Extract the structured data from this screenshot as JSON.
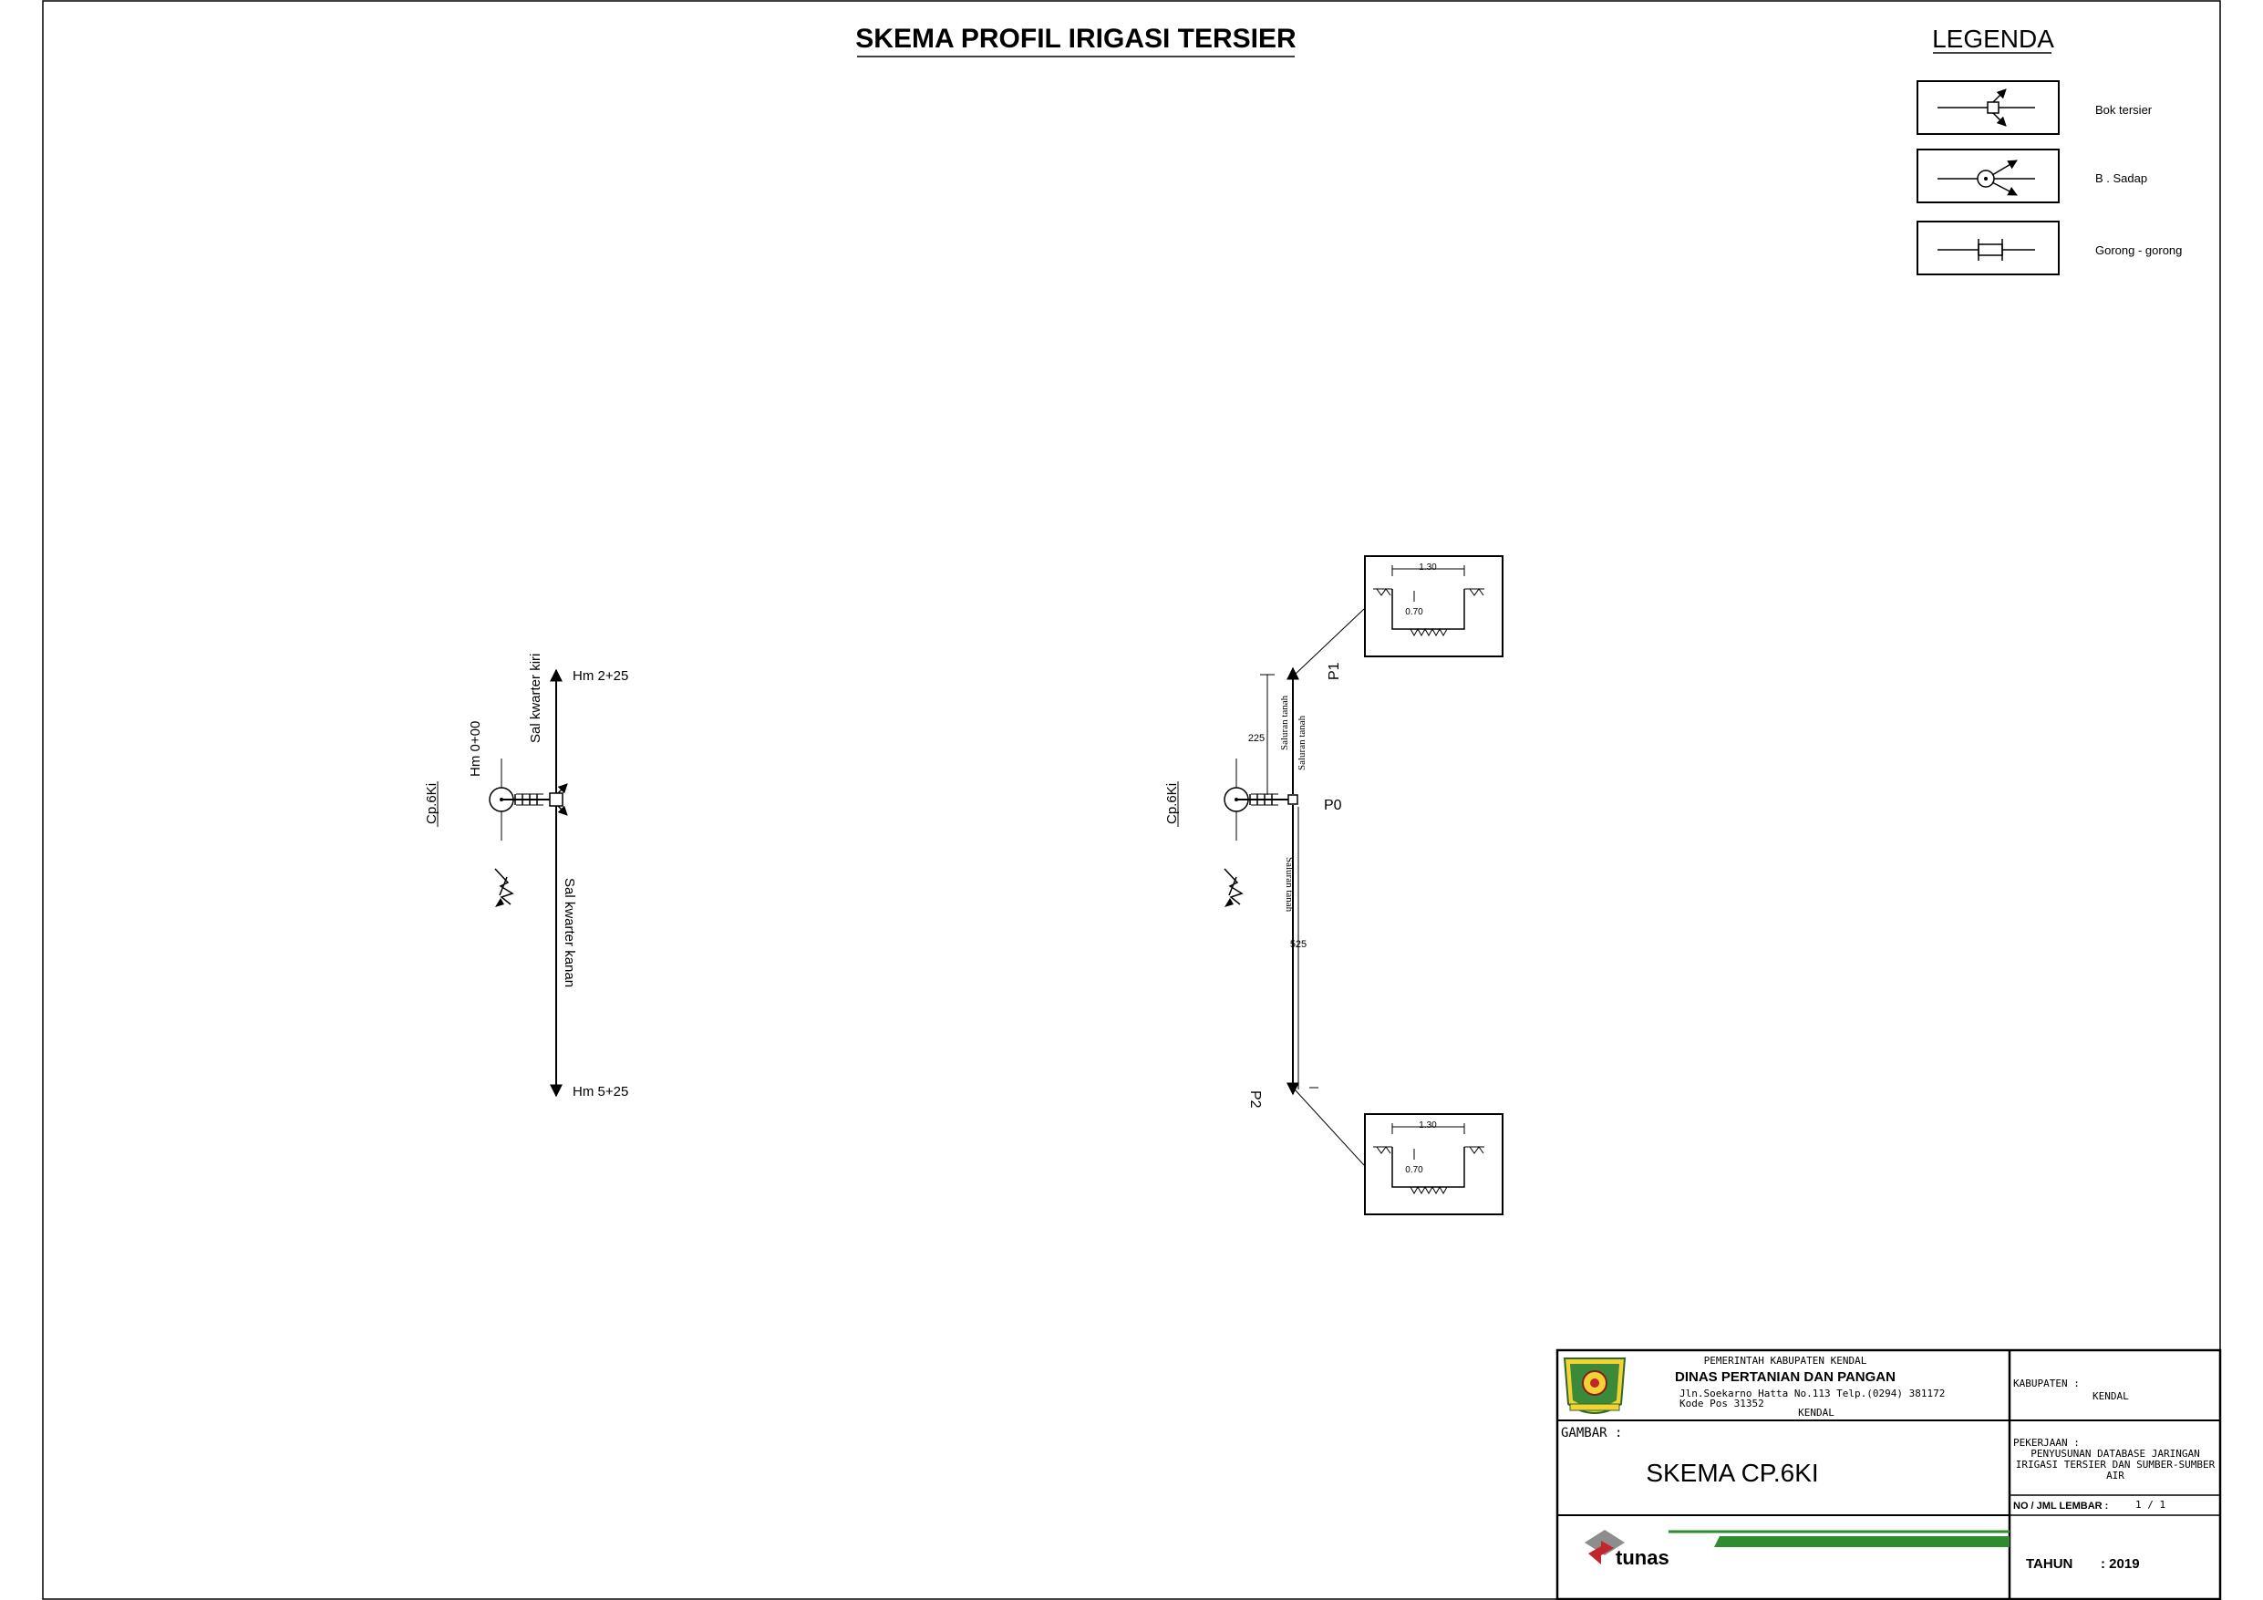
{
  "title": "SKEMA PROFIL IRIGASI TERSIER",
  "legend": {
    "heading": "LEGENDA",
    "items": [
      {
        "label": "Bok tersier",
        "icon": "bok-tersier-icon"
      },
      {
        "label": "B . Sadap",
        "icon": "bangunan-sadap-icon"
      },
      {
        "label": "Gorong - gorong",
        "icon": "gorong-gorong-icon"
      }
    ]
  },
  "left_scheme": {
    "source_label": "Cp.6Ki",
    "hm_start": "Hm 0+00",
    "top_end": "Hm 2+25",
    "bottom_end": "Hm 5+25",
    "upper_channel": "Sal kwarter kiri",
    "lower_channel": "Sal kwarter kanan"
  },
  "right_scheme": {
    "source_label": "Cp.6Ki",
    "p0": "P0",
    "p1": "P1",
    "p2": "P2",
    "upper_length": "225",
    "lower_length": "525",
    "upper_channel_a": "Saluran tanah",
    "upper_channel_b": "Saluran tanah",
    "lower_channel": "Saluran tanah",
    "section_top": {
      "width": "1.30",
      "depth": "0.70"
    },
    "section_bottom": {
      "width": "1.30",
      "depth": "0.70"
    }
  },
  "title_block": {
    "gov": "PEMERINTAH KABUPATEN KENDAL",
    "dept": "DINAS PERTANIAN DAN PANGAN",
    "address1": "Jln.Soekarno Hatta No.113 Telp.(0294) 381172",
    "address2": "Kode Pos 31352",
    "city": "KENDAL",
    "kabupaten_label": "KABUPATEN :",
    "kabupaten_value": "KENDAL",
    "gambar_label": "GAMBAR :",
    "gambar_value": "SKEMA CP.6KI",
    "pekerjaan_label": "PEKERJAAN :",
    "pekerjaan_line1": "PENYUSUNAN DATABASE JARINGAN",
    "pekerjaan_line2": "IRIGASI TERSIER DAN SUMBER-SUMBER",
    "pekerjaan_line3": "AIR",
    "lembar_label": "NO / JML LEMBAR :",
    "lembar_value": "1 / 1",
    "tahun_label": "TAHUN",
    "tahun_value": ": 2019",
    "company_logo": "tunas"
  },
  "colors": {
    "ink": "#000000",
    "stripe": "#2e8b2e",
    "logo_red": "#c0262c"
  }
}
